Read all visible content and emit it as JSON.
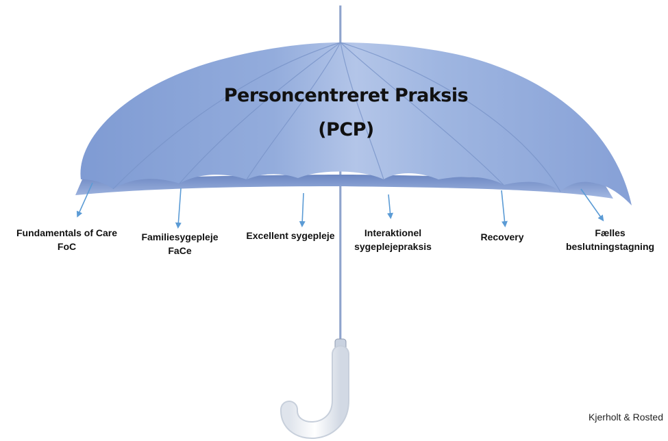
{
  "title": {
    "line1": "Personcentreret Praksis",
    "line2": "(PCP)"
  },
  "branches": [
    {
      "line1": "Fundamentals of Care",
      "line2": "FoC"
    },
    {
      "line1": "Familiesygepleje",
      "line2": "FaCe"
    },
    {
      "line1": "Excellent sygepleje",
      "line2": ""
    },
    {
      "line1": "Interaktionel",
      "line2": "sygeplejepraksis"
    },
    {
      "line1": "Recovery",
      "line2": ""
    },
    {
      "line1": "Fælles",
      "line2": "beslutningstagning"
    }
  ],
  "credit": "Kjerholt & Rosted",
  "colors": {
    "canopy": "#8ea6d8",
    "canopy_light": "#b4c6e8",
    "canopy_dark": "#6f8bc6",
    "arrow": "#5b9bd5",
    "handle": "#f4f6f9"
  },
  "icons": [
    "umbrella-icon",
    "arrow-down-icon"
  ]
}
